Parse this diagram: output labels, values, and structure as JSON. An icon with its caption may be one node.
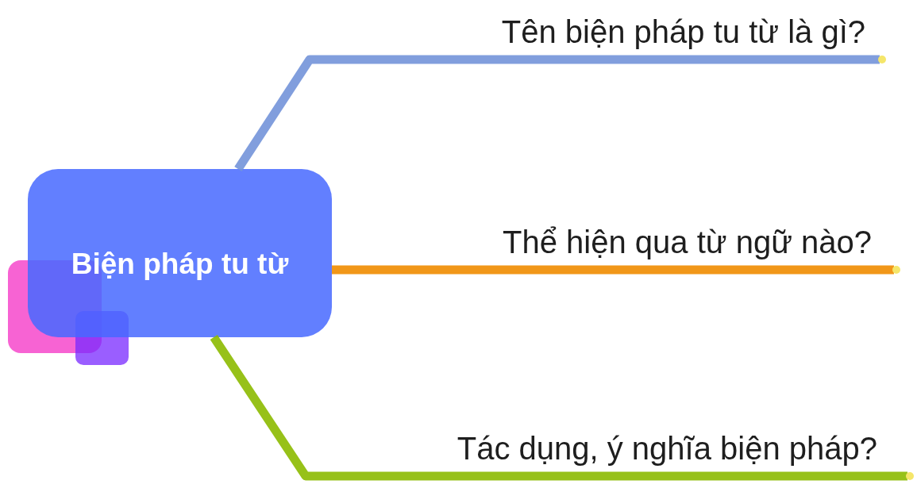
{
  "diagram": {
    "nodes": [
      {
        "text": [
          "Biện pháp tu từ"
        ]
      },
      {
        "text": [
          "Tên biện pháp tu từ là gì?"
        ]
      },
      {
        "text": [
          "Thể hiện qua từ ngữ nào?"
        ]
      },
      {
        "text": [
          "Tác dụng, ý nghĩa biện pháp?"
        ]
      }
    ],
    "edges": [
      {
        "from": 0,
        "to": 1,
        "arrow": "none",
        "color": "#7393d9"
      },
      {
        "from": 0,
        "to": 2,
        "arrow": "none",
        "color": "#f08c00"
      },
      {
        "from": 0,
        "to": 3,
        "arrow": "none",
        "color": "#8cba00"
      }
    ]
  }
}
